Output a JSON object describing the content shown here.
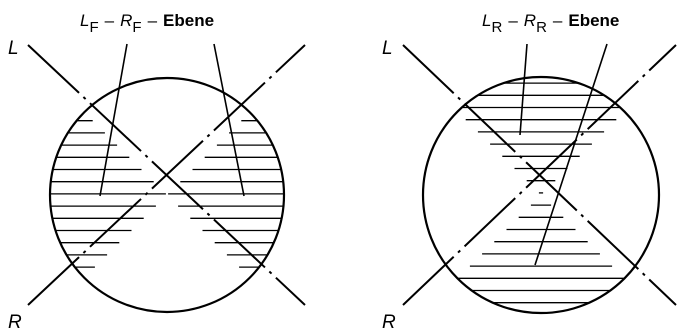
{
  "figures": [
    {
      "id": "left",
      "title": {
        "l": "L",
        "l_sub": "F",
        "sep1": "–",
        "r": "R",
        "r_sub": "F",
        "sep2": "–",
        "word": "Ebene"
      },
      "axis_labels": {
        "top": "L",
        "bottom": "R"
      }
    },
    {
      "id": "right",
      "title": {
        "l": "L",
        "l_sub": "R",
        "sep1": "–",
        "r": "R",
        "r_sub": "R",
        "sep2": "–",
        "word": "Ebene"
      },
      "axis_labels": {
        "top": "L",
        "bottom": "R"
      }
    }
  ]
}
